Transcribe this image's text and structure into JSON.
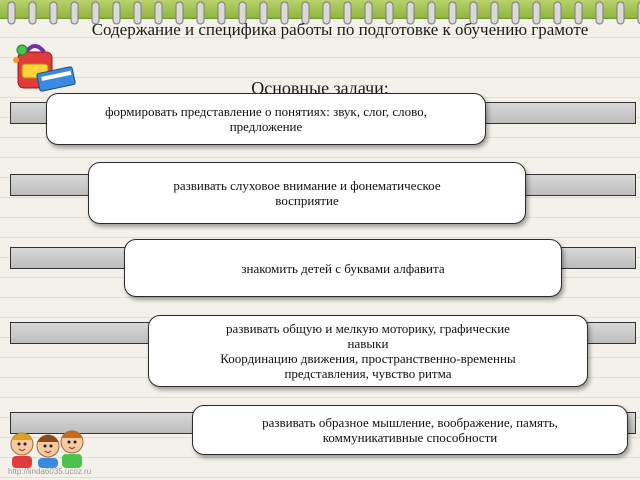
{
  "slide": {
    "title": "Содержание и специфика работы по подготовке к обучению грамоте",
    "subtitle": "Основные задачи:",
    "footer_url": "http://linda6035.ucoz.ru",
    "tasks": [
      {
        "lines": [
          "формировать представление о понятиях: звук, слог, слово,",
          "предложение"
        ]
      },
      {
        "lines": [
          "развивать слуховое внимание и фонематическое",
          "восприятие"
        ]
      },
      {
        "lines": [
          "знакомить детей с буквами алфавита"
        ]
      },
      {
        "lines": [
          "развивать общую и мелкую моторику, графические",
          "навыки",
          "Координацию движения, пространственно-временны",
          "представления, чувство ритма"
        ]
      },
      {
        "lines": [
          "развивать образное мышление, воображение, память,",
          "коммуникативные способности"
        ]
      }
    ]
  },
  "colors": {
    "accent_green": "#8fb53f",
    "bar_gray": "#c9c9c9",
    "box_border": "#2b2b2b"
  },
  "icons": [
    "school-backpack-icon",
    "children-icon"
  ]
}
